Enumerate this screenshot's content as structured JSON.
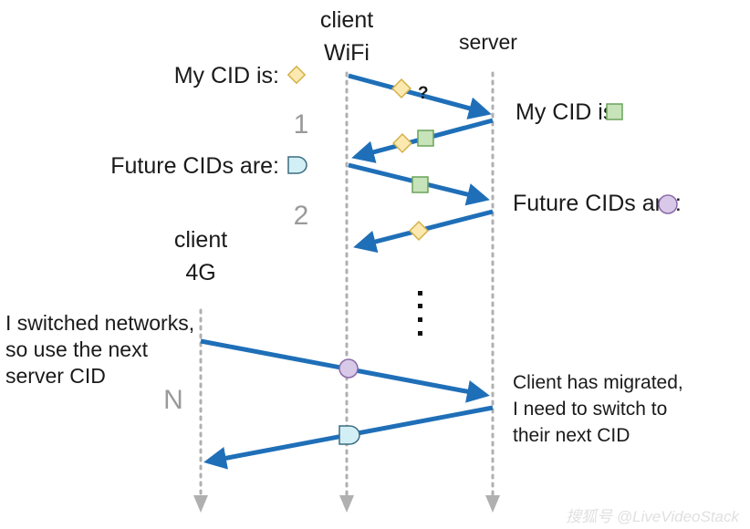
{
  "columns": {
    "client_wifi": [
      "client",
      "WiFi"
    ],
    "server": "server",
    "client_4g": [
      "client",
      "4G"
    ]
  },
  "labels": {
    "client_my_cid": "My CID is:",
    "server_my_cid": "My CID is:",
    "client_future_cids": "Future CIDs are:",
    "server_future_cids": "Future CIDs are:",
    "switched": [
      "I switched networks,",
      "so use the next",
      "server CID"
    ],
    "migrated": [
      "Client has migrated,",
      "I need to switch to",
      "their next CID"
    ],
    "question_mark": "?"
  },
  "steps": [
    "1",
    "2",
    "N"
  ],
  "ellipsis": "⋮",
  "watermark": "搜狐号 @LiveVideoStack",
  "colors": {
    "arrow": "#1f6fb8",
    "lifeline": "#b0b0b0",
    "diamond_fill": "#fbe9b0",
    "diamond_stroke": "#d4b24a",
    "square_fill": "#c7e3b9",
    "square_stroke": "#6aa35a",
    "circle_fill": "#d9c9e8",
    "circle_stroke": "#8a6aa8",
    "d_shape_fill": "#d3eff6",
    "d_shape_stroke": "#3b6d80"
  },
  "icons": {
    "client_cid": "yellow-diamond-icon",
    "server_cid": "green-square-icon",
    "client_future": "blue-d-shape-icon",
    "server_future": "purple-circle-icon"
  }
}
